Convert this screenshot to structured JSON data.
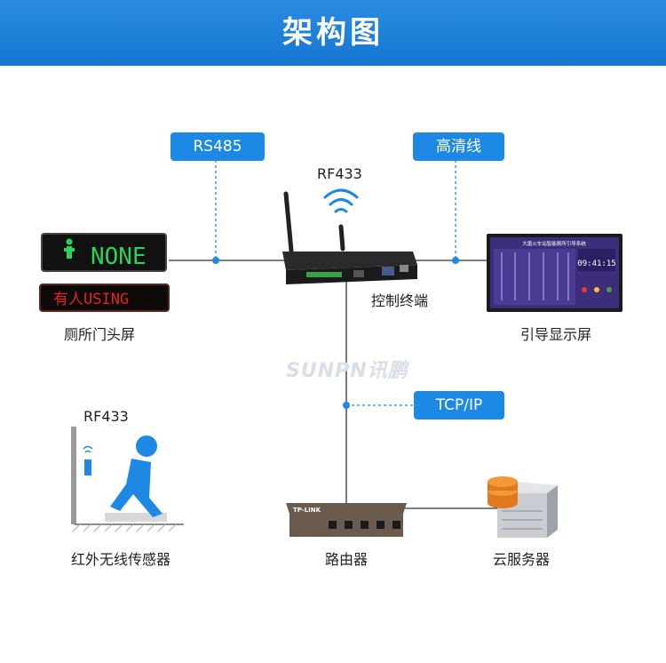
{
  "header": {
    "title": "架构图"
  },
  "tags": {
    "rs485": "RS485",
    "hd_line": "高清线",
    "tcp_ip": "TCP/IP"
  },
  "labels": {
    "rf433_top": "RF433",
    "rf433_sensor": "RF433",
    "control_terminal": "控制终端",
    "door_screen": "厕所门头屏",
    "guide_screen": "引导显示屏",
    "ir_sensor": "红外无线传感器",
    "router": "路由器",
    "cloud_server": "云服务器"
  },
  "door_screen": {
    "led_top_text": "NONE",
    "led_bottom_text": "有人USING"
  },
  "guide_panel": {
    "title": "大唐火车站智能厕所引导系统",
    "clock": "09:41:15"
  },
  "router": {
    "brand": "TP-LINK"
  },
  "watermark": "SUNPN讯鹏",
  "colors": {
    "accent": "#1e88e5",
    "header": "#1a7fd9",
    "led_green": "#2ad35a",
    "led_red": "#e0261c"
  }
}
